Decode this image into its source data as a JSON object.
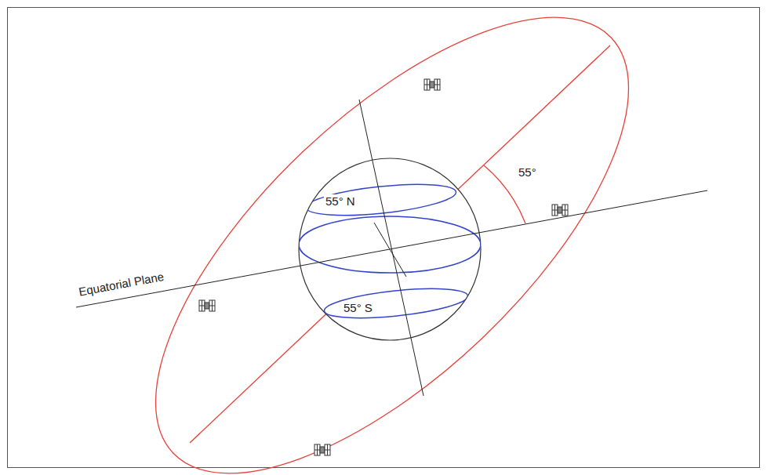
{
  "diagram": {
    "labels": [
      "55° N",
      "55° S",
      "Equatorial Plane",
      "55°"
    ]
  }
}
